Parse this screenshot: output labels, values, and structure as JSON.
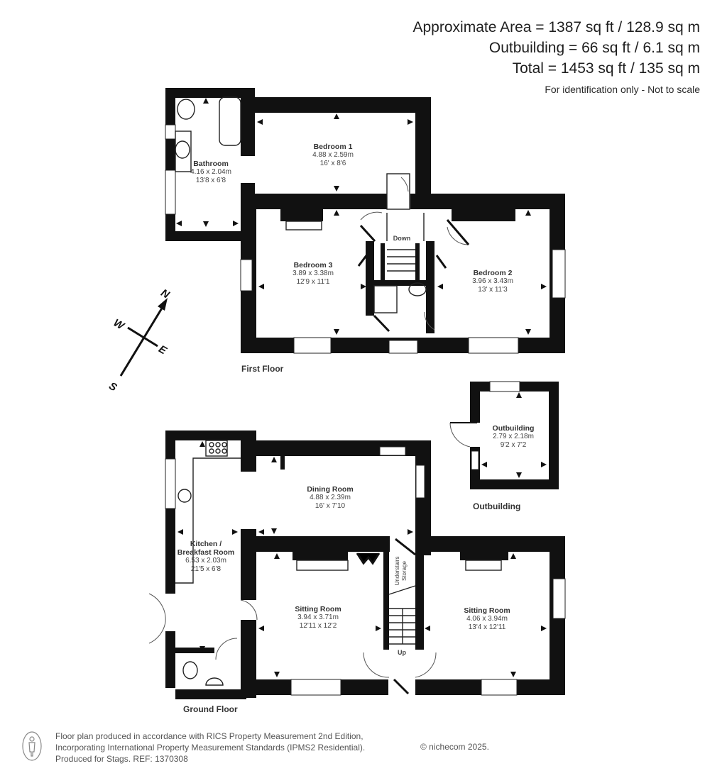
{
  "header": {
    "approx_area": "Approximate Area = 1387 sq ft / 128.9 sq m",
    "outbuilding_area": "Outbuilding = 66 sq ft / 6.1 sq m",
    "total_area": "Total = 1453 sq ft / 135 sq m",
    "disclaimer": "For identification only - Not to scale"
  },
  "compass": {
    "n": "N",
    "s": "S",
    "e": "E",
    "w": "W"
  },
  "first_floor": {
    "title": "First Floor",
    "stairs_label": "Down",
    "rooms": [
      {
        "name": "Bedroom 1",
        "metric": "4.88 x 2.59m",
        "imperial": "16' x 8'6"
      },
      {
        "name": "Bathroom",
        "metric": "4.16 x 2.04m",
        "imperial": "13'8 x 6'8"
      },
      {
        "name": "Bedroom 3",
        "metric": "3.89 x 3.38m",
        "imperial": "12'9 x 11'1"
      },
      {
        "name": "Bedroom 2",
        "metric": "3.96 x 3.43m",
        "imperial": "13' x 11'3"
      }
    ]
  },
  "outbuilding": {
    "title": "Outbuilding",
    "room": {
      "name": "Outbuilding",
      "metric": "2.79 x 2.18m",
      "imperial": "9'2 x 7'2"
    }
  },
  "ground_floor": {
    "title": "Ground Floor",
    "stairs_label": "Up",
    "storage_label_1": "Understairs",
    "storage_label_2": "Storage",
    "rooms": [
      {
        "name": "Dining Room",
        "metric": "4.88 x 2.39m",
        "imperial": "16' x 7'10"
      },
      {
        "name_1": "Kitchen /",
        "name_2": "Breakfast Room",
        "metric": "6.53 x 2.03m",
        "imperial": "21'5  x 6'8"
      },
      {
        "name": "Sitting Room",
        "metric": "3.94 x 3.71m",
        "imperial": "12'11  x 12'2"
      },
      {
        "name": "Sitting Room",
        "metric": "4.06 x 3.94m",
        "imperial": "13'4 x 12'11"
      }
    ]
  },
  "footer": {
    "line1": "Floor plan produced in accordance with RICS Property Measurement 2nd Edition,",
    "line2": "Incorporating International Property Measurement Standards (IPMS2 Residential).",
    "line3": "Produced for Stags.   REF: 1370308",
    "copyright": "© nichecom 2025."
  }
}
